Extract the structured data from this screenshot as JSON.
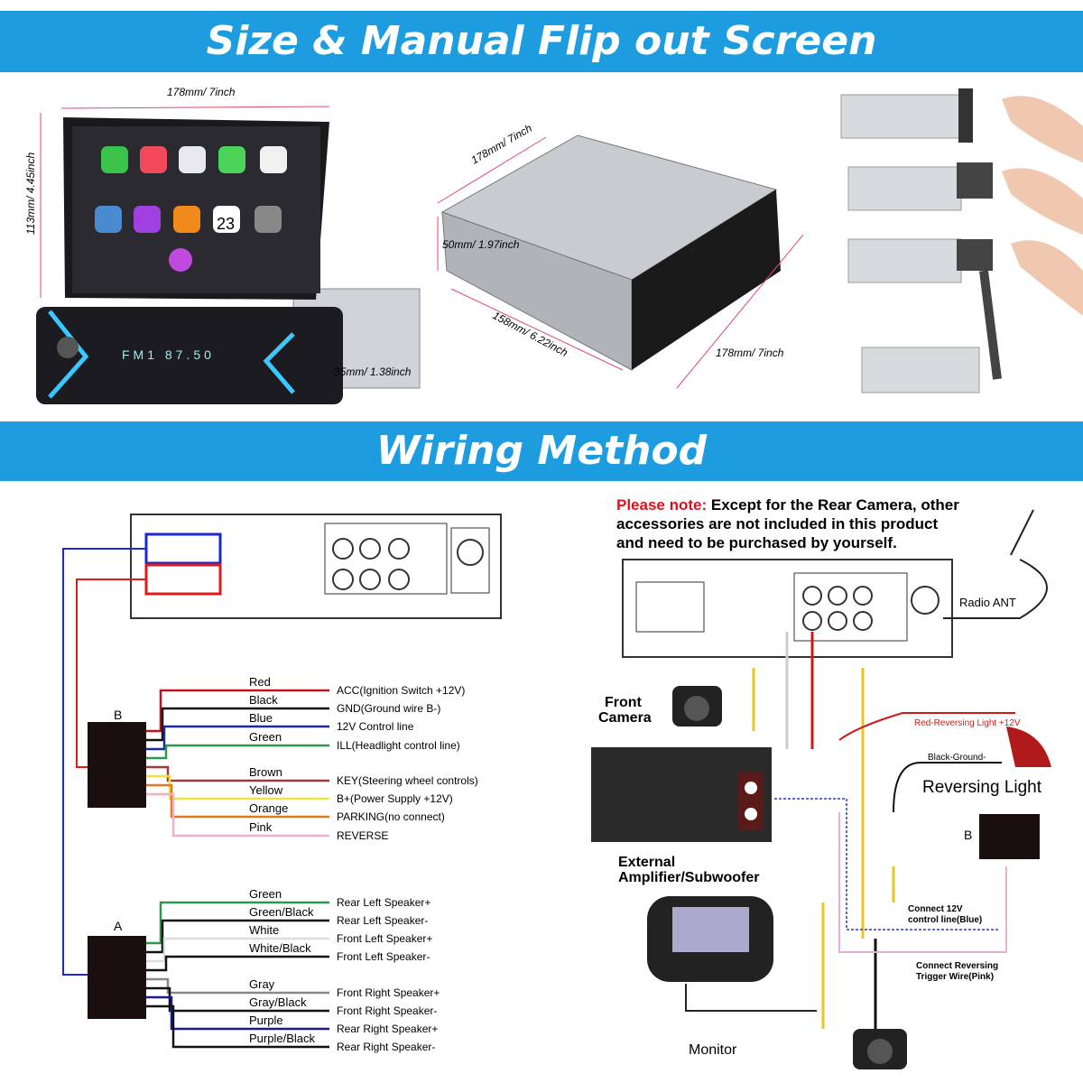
{
  "banners": {
    "size_title": "Size & Manual Flip out Screen",
    "wiring_title": "Wiring Method"
  },
  "dimensions": {
    "screen_width": "178mm/ 7inch",
    "screen_height": "113mm/ 4.45inch",
    "body_depth_short": "35mm/ 1.38inch",
    "box_width": "178mm/ 7inch",
    "box_height": "50mm/ 1.97inch",
    "box_depth": "158mm/ 6.22inch",
    "box_front_width": "178mm/ 7inch"
  },
  "display": {
    "clock": "23",
    "panel_text": "FM1 87.50"
  },
  "harness_b": {
    "label": "B",
    "wires": [
      {
        "color_name": "Red",
        "function": "ACC(Ignition Switch +12V)",
        "hex": "#c0141c"
      },
      {
        "color_name": "Black",
        "function": "GND(Ground wire B-)",
        "hex": "#111111"
      },
      {
        "color_name": "Blue",
        "function": "12V Control line",
        "hex": "#1a2a9a"
      },
      {
        "color_name": "Green",
        "function": "ILL(Headlight control line)",
        "hex": "#2a9a4a"
      },
      {
        "color_name": "Brown",
        "function": "KEY(Steering wheel controls)",
        "hex": "#9a3a3a"
      },
      {
        "color_name": "Yellow",
        "function": "B+(Power Supply +12V)",
        "hex": "#f0e040"
      },
      {
        "color_name": "Orange",
        "function": "PARKING(no connect)",
        "hex": "#e07a1a"
      },
      {
        "color_name": "Pink",
        "function": "REVERSE",
        "hex": "#f0b0c8"
      }
    ]
  },
  "harness_a": {
    "label": "A",
    "wires": [
      {
        "color_name": "Green",
        "function": "Rear Left Speaker+",
        "hex": "#2a9a4a"
      },
      {
        "color_name": "Green/Black",
        "function": "Rear Left Speaker-",
        "hex": "#111111"
      },
      {
        "color_name": "White",
        "function": "Front Left Speaker+",
        "hex": "#dddddd"
      },
      {
        "color_name": "White/Black",
        "function": "Front Left Speaker-",
        "hex": "#111111"
      },
      {
        "color_name": "Gray",
        "function": "Front Right Speaker+",
        "hex": "#888888"
      },
      {
        "color_name": "Gray/Black",
        "function": "Front Right Speaker-",
        "hex": "#111111"
      },
      {
        "color_name": "Purple",
        "function": "Rear Right Speaker+",
        "hex": "#1a1a8a"
      },
      {
        "color_name": "Purple/Black",
        "function": "Rear Right Speaker-",
        "hex": "#111111"
      }
    ]
  },
  "note": {
    "prefix": "Please note:",
    "line1": "Except for the Rear Camera, other",
    "line2": "accessories are not included in this product",
    "line3": "and need to be purchased by yourself."
  },
  "accessories": {
    "radio_ant": "Radio ANT",
    "front_camera_1": "Front",
    "front_camera_2": "Camera",
    "amplifier_1": "External",
    "amplifier_2": "Amplifier/Subwoofer",
    "monitor": "Monitor",
    "reversing_light": "Reversing Light",
    "red_wire": "Red-Reversing Light +12V",
    "black_wire": "Black-Ground-",
    "harness_b": "B",
    "connect_12v_1": "Connect 12V",
    "connect_12v_2": "control line(Blue)",
    "connect_rev_1": "Connect Reversing",
    "connect_rev_2": "Trigger Wire(Pink)"
  },
  "colors": {
    "banner": "#1e9ce0",
    "note_red": "#e0101a"
  }
}
